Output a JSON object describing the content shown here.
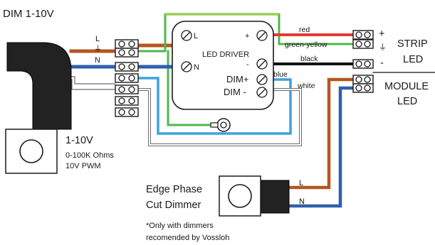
{
  "diagram": {
    "title": "DIM 1-10V",
    "dimmer_1_10v": {
      "label": "1-10V",
      "spec_line_1": "0-100K Ohms",
      "spec_line_2": "10V PWM"
    },
    "left_terminal_labels": {
      "live": "L",
      "earth": "⏚",
      "neutral": "N"
    },
    "driver": {
      "title": "LED DRIVER",
      "pin_live": "L",
      "pin_neutral": "N",
      "pin_plus": "+",
      "pin_minus": "-",
      "pin_dim_plus": "DIM+",
      "pin_dim_minus": "DIM -"
    },
    "wire_labels": {
      "red": "red",
      "green_yellow": "green-yellow",
      "black": "black",
      "blue": "blue",
      "white": "white"
    },
    "right_terminal_labels": {
      "plus": "+",
      "earth": "⏚",
      "minus": "-"
    },
    "strip_led": {
      "line_1": "STRIP",
      "line_2": "LED"
    },
    "module_led": {
      "line_1": "MODULE",
      "line_2": "LED"
    },
    "phase_dimmer": {
      "line_1": "Edge Phase",
      "line_2": "Cut Dimmer",
      "wire_live": "L",
      "wire_neutral": "N"
    },
    "note": {
      "line_1": "*Only with dimmers",
      "line_2": "recomended by Vossloh"
    },
    "colors": {
      "brown": "#b5561e",
      "blue": "#2f5fae",
      "light_blue": "#3aa3dc",
      "green": "#4cb84a",
      "yellow": "#f2e21b",
      "red": "#e53935",
      "black": "#111111",
      "gray": "#6b6b6b",
      "dark": "#1a1a1a"
    }
  }
}
